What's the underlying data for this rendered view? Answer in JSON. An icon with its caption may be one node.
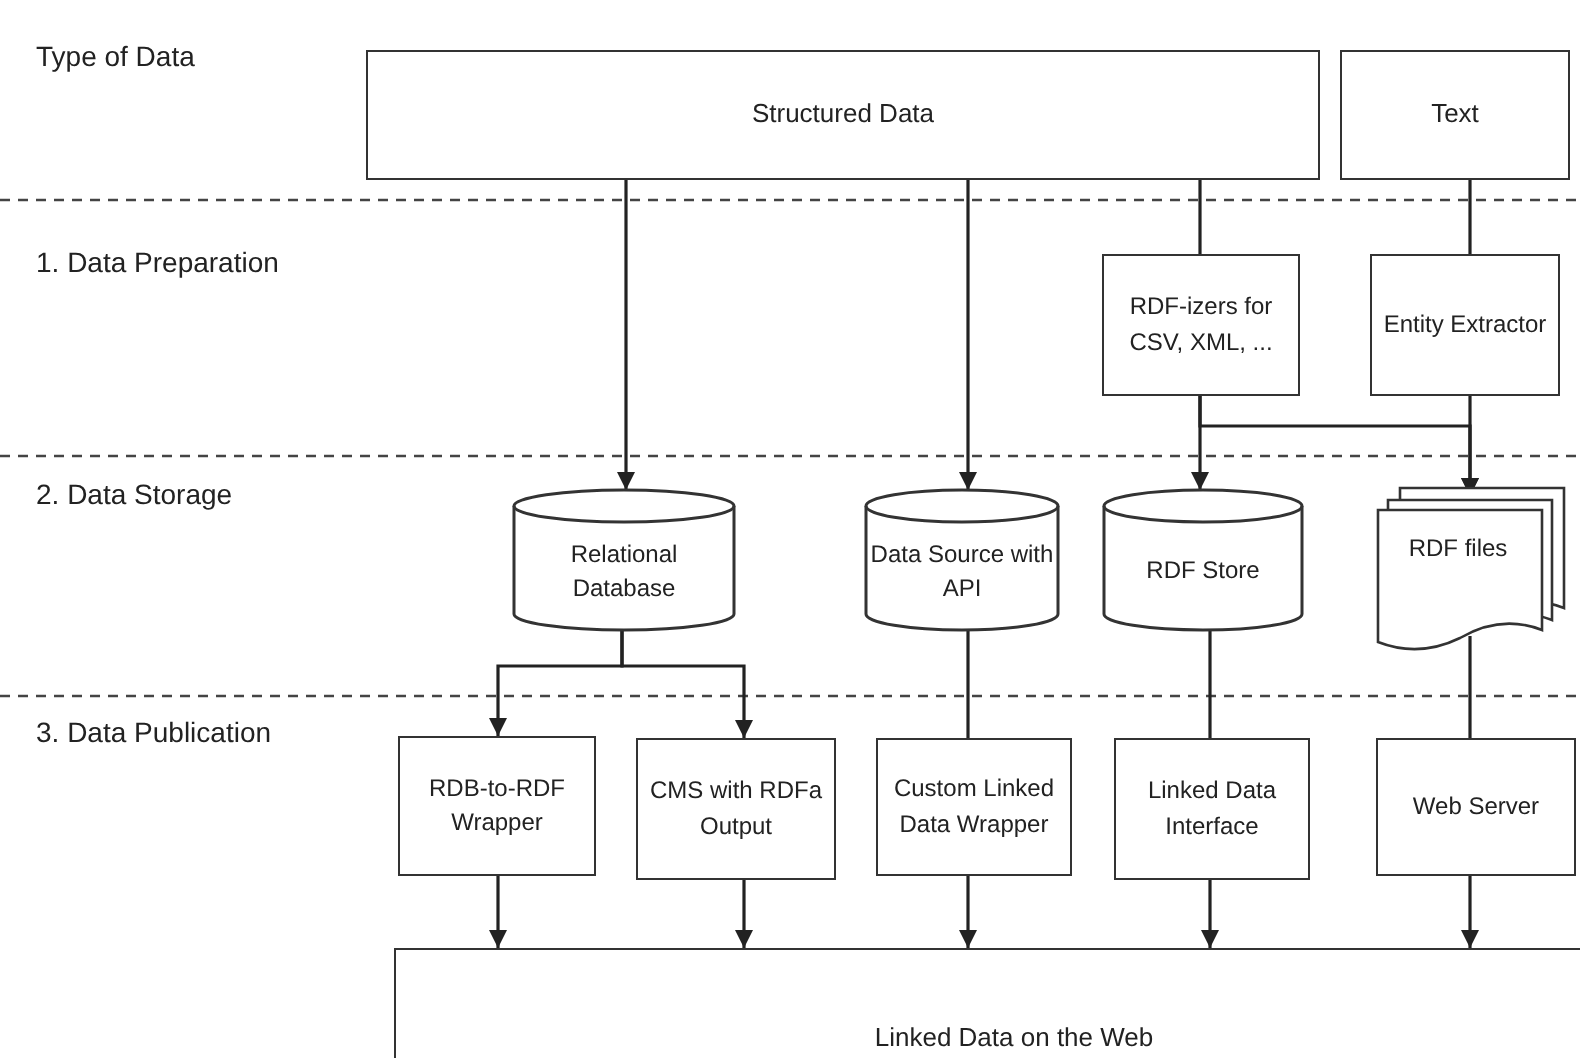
{
  "diagram": {
    "nodes": [
      {
        "text": [
          "Structured Data"
        ]
      },
      {
        "text": [
          "Text"
        ]
      },
      {
        "text": [
          "RDF-izers for CSV, XML, ..."
        ]
      },
      {
        "text": [
          "Entity Extractor"
        ]
      },
      {
        "text": [
          "Relational Database"
        ]
      },
      {
        "text": [
          "Data Source with API"
        ]
      },
      {
        "text": [
          "RDF Store"
        ]
      },
      {
        "text": [
          "RDF files"
        ]
      },
      {
        "text": [
          "RDB-to-RDF Wrapper"
        ]
      },
      {
        "text": [
          "CMS with RDFa Output"
        ]
      },
      {
        "text": [
          "Custom Linked Data Wrapper"
        ]
      },
      {
        "text": [
          "Linked Data Interface"
        ]
      },
      {
        "text": [
          "Web Server"
        ]
      },
      {
        "text": [
          "Linked Data on the Web"
        ]
      }
    ],
    "edges": [
      {
        "from": 0,
        "to": 4,
        "arrow": "to"
      },
      {
        "from": 0,
        "to": 5,
        "arrow": "to"
      },
      {
        "from": 0,
        "to": 2,
        "arrow": "none"
      },
      {
        "from": 1,
        "to": 3,
        "arrow": "none"
      },
      {
        "from": 2,
        "to": 6,
        "arrow": "to"
      },
      {
        "from": 2,
        "to": 7,
        "arrow": "to"
      },
      {
        "from": 3,
        "to": 7,
        "arrow": "to"
      },
      {
        "from": 4,
        "to": 8,
        "arrow": "to"
      },
      {
        "from": 4,
        "to": 9,
        "arrow": "to"
      },
      {
        "from": 5,
        "to": 10,
        "arrow": "none"
      },
      {
        "from": 6,
        "to": 11,
        "arrow": "none"
      },
      {
        "from": 7,
        "to": 12,
        "arrow": "none"
      },
      {
        "from": 8,
        "to": 13,
        "arrow": "to"
      },
      {
        "from": 9,
        "to": 13,
        "arrow": "to"
      },
      {
        "from": 10,
        "to": 13,
        "arrow": "to"
      },
      {
        "from": 11,
        "to": 13,
        "arrow": "to"
      },
      {
        "from": 12,
        "to": 13,
        "arrow": "to"
      }
    ],
    "labels": [
      "Type of Data",
      "1. Data Preparation",
      "2. Data Storage",
      "3. Data Publication"
    ]
  }
}
